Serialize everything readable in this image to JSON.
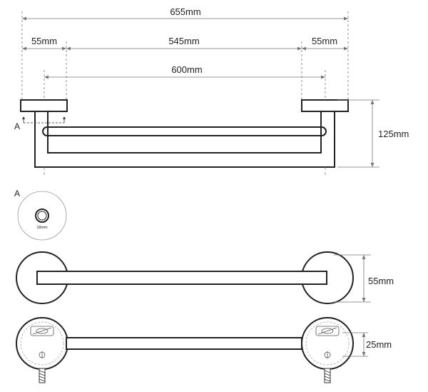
{
  "dimensions": {
    "total_width": "655mm",
    "left_bracket": "55mm",
    "center_span": "545mm",
    "right_bracket": "55mm",
    "bar_span": "600mm",
    "height": "125mm",
    "top_view_depth": "55mm",
    "bottom_view_depth": "25mm"
  },
  "section": {
    "marker_label": "A",
    "detail_label": "A",
    "tube_diameter": "18mm"
  },
  "colors": {
    "line": "#222222",
    "hidden_line": "#888888",
    "dimension_line": "#777777"
  }
}
